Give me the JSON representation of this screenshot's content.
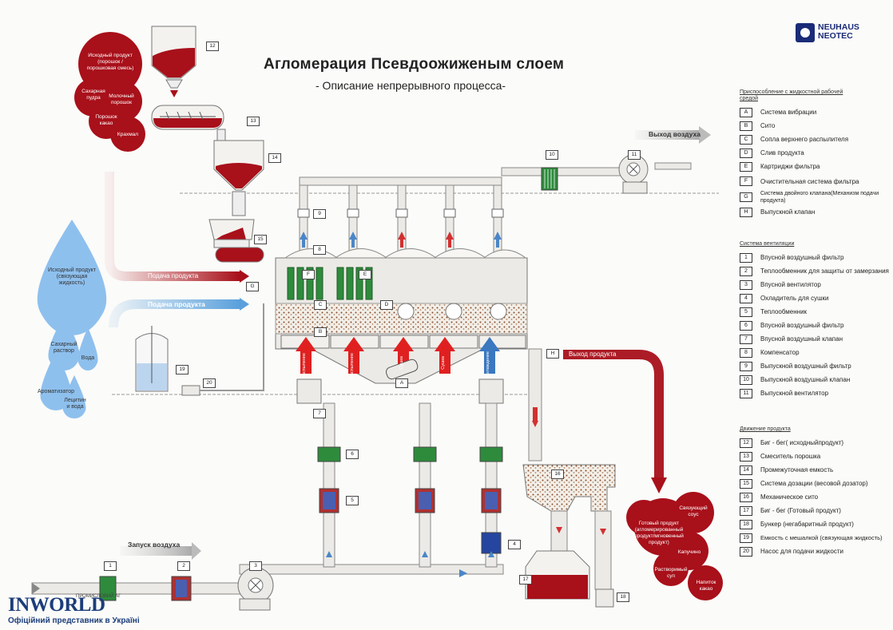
{
  "header": {
    "title": "Агломерация  Псевдоожиженым слоем",
    "subtitle": "- Описание непрерывного процесса-",
    "brand_line1": "NEUHAUS",
    "brand_line2": "NEOTEC"
  },
  "footer": {
    "brand": "INWORLD",
    "brand_small": "ПРОМИСЛОВИЙ АГ",
    "tagline": "Офіційний представник в Україні"
  },
  "flows": {
    "exhaust_top": "Выход воздуха",
    "product_feed_1": "Подача продукта",
    "product_feed_2": "Подача продукта",
    "air_start": "Запуск воздуха",
    "product_out": "Выход продукта"
  },
  "bubbles_input": [
    "Исходный продукт (порошок / порошковая смесь)",
    "Сахарная пудра",
    "Молочный порошок",
    "Порошок какао",
    "Крахмал"
  ],
  "drops_liquid": [
    "Исходный продукт (связующая жидкость)",
    "Сахарный раствор",
    "Вода",
    "Ароматизатор",
    "Лецитин и вода"
  ],
  "bubbles_output": [
    "Готовый продукт (агломерированный продукт/мгновенный продукт)",
    "Связующий соус",
    "Капучино",
    "Растворимый суп",
    "Напиток какао"
  ],
  "chamber_labels": [
    "Распыление",
    "Распыление",
    "Сушка",
    "Сушка",
    "Охлаждение"
  ],
  "legend_apparatus": {
    "heading": "Приспособление с жидкостной рабочей средой",
    "items": [
      {
        "key": "A",
        "text": "Система вибрации"
      },
      {
        "key": "B",
        "text": "Сито"
      },
      {
        "key": "C",
        "text": "Сопла верхнего распылителя"
      },
      {
        "key": "D",
        "text": "Слив продукта"
      },
      {
        "key": "E",
        "text": "Картриджи фильтра"
      },
      {
        "key": "F",
        "text": "Очистительная система фильтра"
      },
      {
        "key": "G",
        "text": "Система двойного клапана(Механизм подачи продукта)"
      },
      {
        "key": "H",
        "text": "Выпускной клапан"
      }
    ]
  },
  "legend_ventilation": {
    "heading": "Система вентиляции",
    "items": [
      {
        "key": "1",
        "text": "Впусной воздушный фильтр"
      },
      {
        "key": "2",
        "text": "Теплообменник для защиты от замерзания"
      },
      {
        "key": "3",
        "text": "Впусной вентилятор"
      },
      {
        "key": "4",
        "text": "Охладитель для сушки"
      },
      {
        "key": "5",
        "text": "Теплообменник"
      },
      {
        "key": "6",
        "text": "Впусной воздушный фильтр"
      },
      {
        "key": "7",
        "text": "Впусной воздушный клапан"
      },
      {
        "key": "8",
        "text": "Компенсатор"
      },
      {
        "key": "9",
        "text": "Выпускной воздушный фильтр"
      },
      {
        "key": "10",
        "text": "Выпускной воздушный клапан"
      },
      {
        "key": "11",
        "text": "Выпускной вентилятор"
      }
    ]
  },
  "legend_product": {
    "heading": "Движение продукта",
    "items": [
      {
        "key": "12",
        "text": "Биг - бег( исходныйпродукт)"
      },
      {
        "key": "13",
        "text": "Смеситель порошка"
      },
      {
        "key": "14",
        "text": "Промежуточная емкость"
      },
      {
        "key": "15",
        "text": "Система дозации (весовой дозатор)"
      },
      {
        "key": "16",
        "text": "Механическое сито"
      },
      {
        "key": "17",
        "text": "Биг - бег (Готовый продукт)"
      },
      {
        "key": "18",
        "text": "Бункер (негабаритный продукт)"
      },
      {
        "key": "19",
        "text": "Емкость с мешалкой (связующая жидкость)"
      },
      {
        "key": "20",
        "text": "Насос для подачи жидкости"
      }
    ]
  },
  "diagram_numbers": [
    "1",
    "2",
    "3",
    "4",
    "5",
    "6",
    "7",
    "8",
    "9",
    "10",
    "11",
    "12",
    "13",
    "14",
    "15",
    "16",
    "17",
    "18",
    "19",
    "20"
  ],
  "diagram_letters": [
    "A",
    "B",
    "C",
    "D",
    "E",
    "F",
    "G",
    "H"
  ],
  "colors": {
    "product_red": "#a8101a",
    "liquid_blue": "#5aa0dc",
    "filter_green": "#2e8b3c",
    "pipe_grey": "#e8e6e2"
  }
}
